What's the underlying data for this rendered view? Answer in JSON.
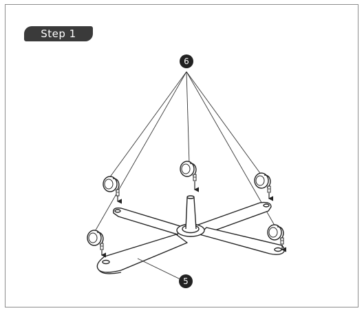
{
  "step": {
    "label": "Step 1"
  },
  "callouts": {
    "casters": "6",
    "base": "5"
  },
  "icons": {
    "caster": "caster-wheel-icon",
    "base": "star-base-icon"
  }
}
